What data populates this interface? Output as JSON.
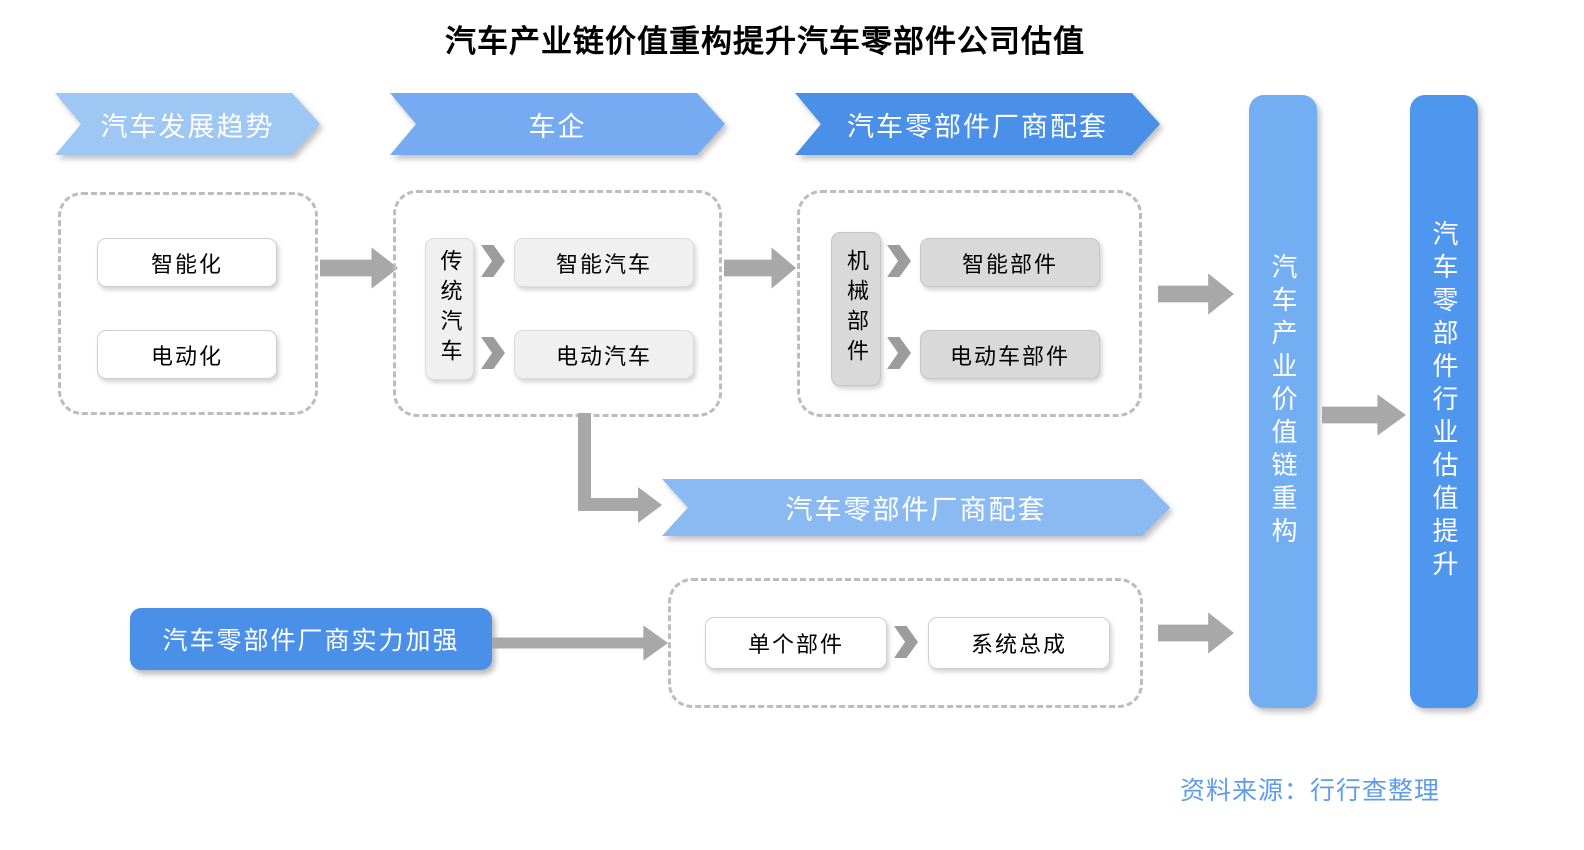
{
  "title": "汽车产业链价值重构提升汽车零部件公司估值",
  "top_banners": [
    {
      "label": "汽车发展趋势"
    },
    {
      "label": "车企"
    },
    {
      "label": "汽车零部件厂商配套"
    }
  ],
  "trend_group": {
    "smart": "智能化",
    "electric": "电动化"
  },
  "oem_group": {
    "source": "传统汽车",
    "smart": "智能汽车",
    "electric": "电动汽车"
  },
  "parts_group": {
    "source": "机械部件",
    "smart": "智能部件",
    "electric": "电动车部件"
  },
  "mid_banner": {
    "label": "汽车零部件厂商配套"
  },
  "strength_banner": {
    "label": "汽车零部件厂商实力加强"
  },
  "integration_group": {
    "single": "单个部件",
    "system": "系统总成"
  },
  "summary_bars": {
    "value_chain": "汽车产业价值链重构",
    "valuation": "汽车零部件行业估值提升"
  },
  "source_note": "资料来源：行行查整理",
  "icons": {
    "chevron_right": "❯"
  },
  "colors": {
    "banner_light_blue": "#9ec7f4",
    "banner_mid_blue": "#76aaf1",
    "banner_strong_blue": "#4a90e8",
    "mid_banner_blue": "#8bbaf3",
    "strength_box_blue": "#4a90e8",
    "bar_left_blue": "#74aef2",
    "bar_right_blue": "#4f96ee",
    "arrow_gray": "#a8a8a8",
    "dashed_border_gray": "#bdbdbd",
    "node_light_gray": "#f0f0f0",
    "node_dark_gray": "#d9d9d9",
    "source_text_blue": "#5d9cec"
  }
}
